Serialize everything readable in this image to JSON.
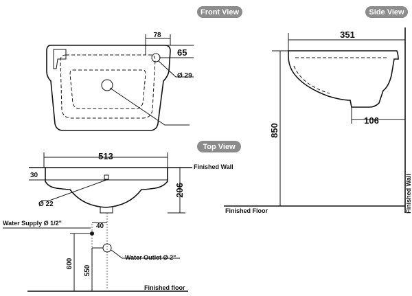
{
  "badges": {
    "front": "Front View",
    "side": "Side View",
    "top": "Top View"
  },
  "front": {
    "d78": "78",
    "d65": "65",
    "d29": "Ø 29"
  },
  "side": {
    "d351": "351",
    "d850": "850",
    "d106": "106",
    "finished_wall": "Finished Wall",
    "finished_floor": "Finished Floor"
  },
  "top": {
    "d513": "513",
    "d30": "30",
    "d206": "206",
    "d22": "Ø 22",
    "finished_wall": "Finished Wall"
  },
  "plumbing": {
    "water_supply": "Water Supply Ø 1/2\"",
    "d40": "40",
    "water_outlet": "Water Outlet Ø 2\"",
    "d600": "600",
    "d550": "550",
    "finished_floor": "Finished floor"
  },
  "colors": {
    "line": "#111111",
    "badge": "#8c8c8c"
  }
}
